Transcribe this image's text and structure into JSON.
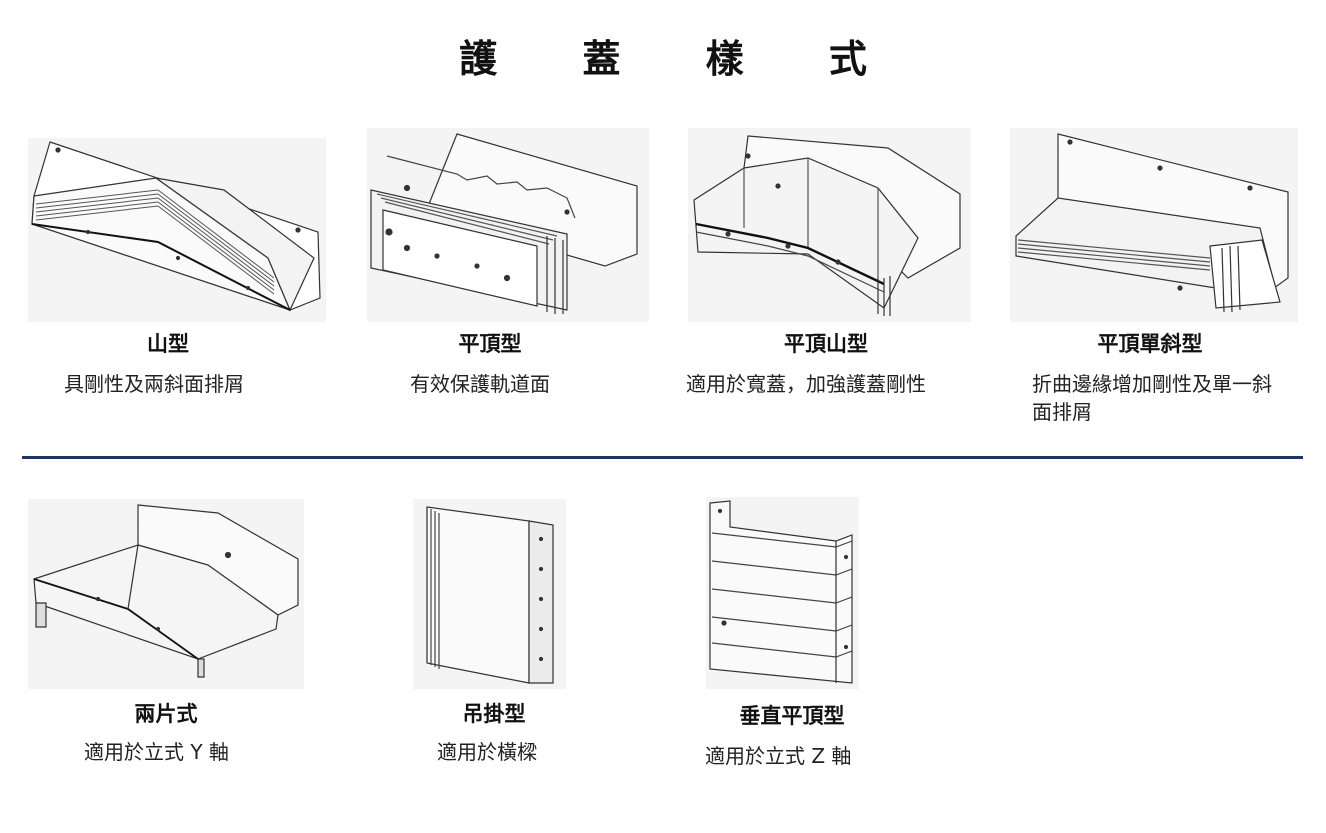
{
  "title": "護 蓋 樣 式",
  "items": [
    {
      "name": "山型",
      "desc": "具剛性及兩斜面排屑",
      "icon": "mountain-cover-drawing"
    },
    {
      "name": "平頂型",
      "desc": "有效保護軌道面",
      "icon": "flat-top-cover-drawing"
    },
    {
      "name": "平頂山型",
      "desc": "適用於寬蓋，加強護蓋剛性",
      "icon": "flat-top-mountain-cover-drawing"
    },
    {
      "name": "平頂單斜型",
      "desc": "折曲邊緣增加剛性及單一斜面排屑",
      "icon": "flat-top-single-slope-cover-drawing"
    },
    {
      "name": "兩片式",
      "desc": "適用於立式 Y 軸",
      "icon": "two-piece-cover-drawing"
    },
    {
      "name": "吊掛型",
      "desc": "適用於橫樑",
      "icon": "hanging-cover-drawing"
    },
    {
      "name": "垂直平頂型",
      "desc": "適用於立式 Z 軸",
      "icon": "vertical-flat-top-cover-drawing"
    }
  ]
}
